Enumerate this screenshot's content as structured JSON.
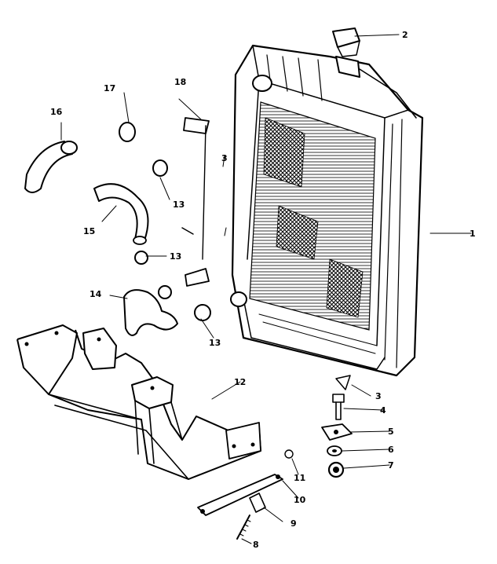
{
  "callouts": [
    {
      "id": "1",
      "text": "1"
    },
    {
      "id": "2",
      "text": "2"
    },
    {
      "id": "3a",
      "text": "3"
    },
    {
      "id": "4",
      "text": "4"
    },
    {
      "id": "5",
      "text": "5"
    },
    {
      "id": "6",
      "text": "6"
    },
    {
      "id": "7",
      "text": "7"
    },
    {
      "id": "8",
      "text": "8"
    },
    {
      "id": "9",
      "text": "9"
    },
    {
      "id": "10",
      "text": "10"
    },
    {
      "id": "11",
      "text": "11"
    },
    {
      "id": "12",
      "text": "12"
    },
    {
      "id": "13a",
      "text": "13"
    },
    {
      "id": "13b",
      "text": "13"
    },
    {
      "id": "13c",
      "text": "13"
    },
    {
      "id": "14",
      "text": "14"
    },
    {
      "id": "15",
      "text": "15"
    },
    {
      "id": "16",
      "text": "16"
    },
    {
      "id": "17",
      "text": "17"
    },
    {
      "id": "18",
      "text": "18"
    },
    {
      "id": "3b",
      "text": "3"
    }
  ]
}
